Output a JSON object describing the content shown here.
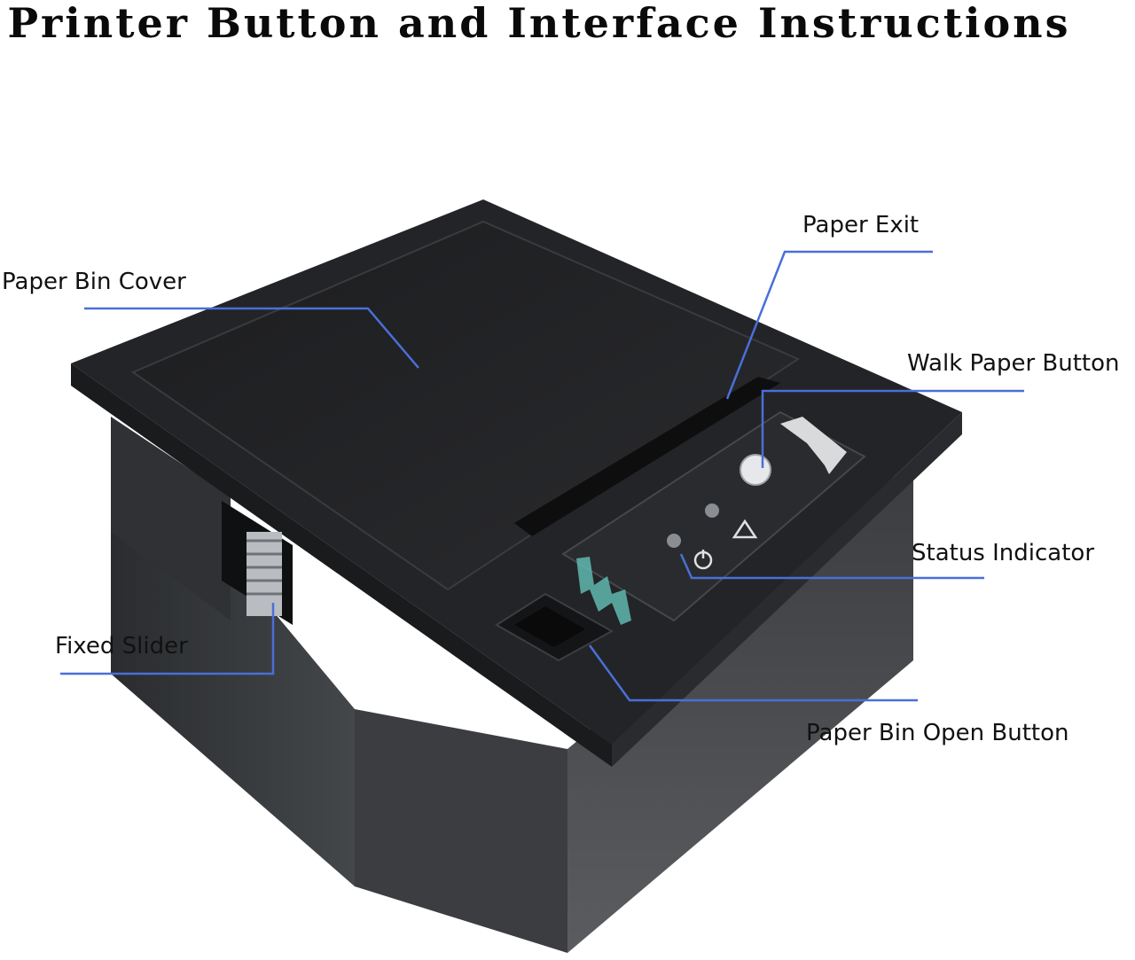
{
  "title": "Printer Button and Interface Instructions",
  "labels": {
    "paper_bin_cover": "Paper Bin Cover",
    "paper_exit": "Paper Exit",
    "walk_paper_button": "Walk Paper Button",
    "status_indicator": "Status Indicator",
    "fixed_slider": "Fixed Slider",
    "paper_bin_open_button": "Paper Bin Open Button"
  },
  "colors": {
    "callout_line": "#4a6fd8",
    "printer_body": "#2b2d30",
    "printer_top": "#1e1f21",
    "panel": "#232427",
    "accent_teal": "#5fb8b0"
  },
  "icons": [
    "power-icon",
    "warning-icon",
    "feed-icon"
  ]
}
